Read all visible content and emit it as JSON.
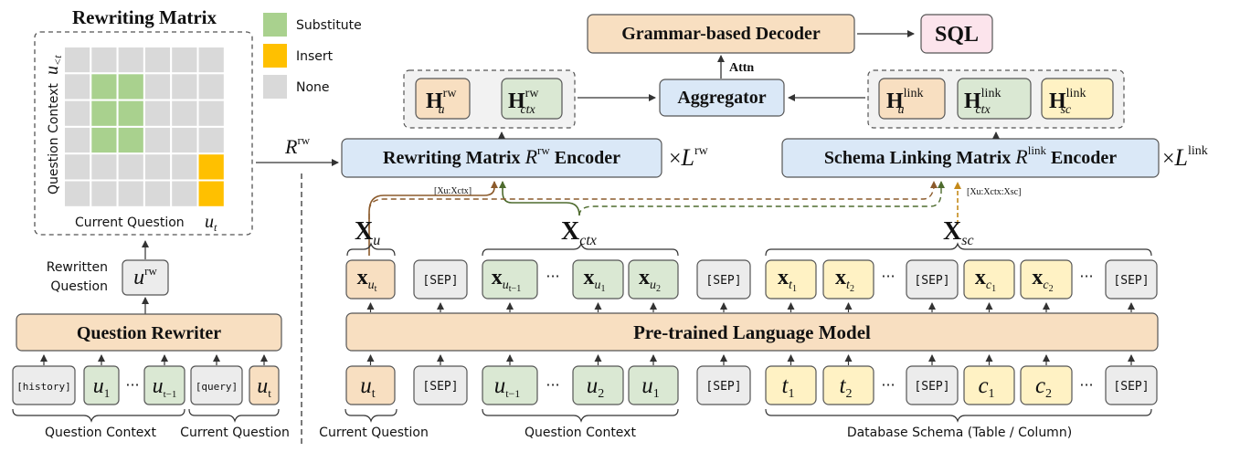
{
  "matrix": {
    "title": "Rewriting Matrix",
    "y_axis_label": "Question Context",
    "y_axis_symbol": "u",
    "y_axis_sub": "<t",
    "x_axis_label": "Current Question",
    "x_axis_symbol": "u",
    "x_axis_sub": "t",
    "cells": [
      [
        "N",
        "N",
        "N",
        "N",
        "N",
        "N"
      ],
      [
        "N",
        "S",
        "S",
        "N",
        "N",
        "N"
      ],
      [
        "N",
        "S",
        "S",
        "N",
        "N",
        "N"
      ],
      [
        "N",
        "S",
        "S",
        "N",
        "N",
        "N"
      ],
      [
        "N",
        "N",
        "N",
        "N",
        "N",
        "I"
      ],
      [
        "N",
        "N",
        "N",
        "N",
        "N",
        "I"
      ]
    ]
  },
  "legend": [
    {
      "label": "Substitute",
      "color": "#a9d18e"
    },
    {
      "label": "Insert",
      "color": "#ffc000"
    },
    {
      "label": "None",
      "color": "#d9d9d9"
    }
  ],
  "colors": {
    "orange": "#f8dfc1",
    "green": "#dae8d3",
    "yellow": "#fff2c4",
    "gray": "#ececec",
    "blue": "#dae8f7",
    "pink": "#fce4ec"
  },
  "left": {
    "rewritten_question_line1": "Rewritten",
    "rewritten_question_line2": "Question",
    "u_rw_base": "u",
    "u_rw_sup": "rw",
    "question_rewriter": "Question Rewriter",
    "inputs": {
      "history": "[history]",
      "u1": "u",
      "u1_sub": "1",
      "dots": "···",
      "ut1": "u",
      "ut1_sub": "t−1",
      "query": "[query]",
      "ut": "u",
      "ut_sub": "t"
    },
    "question_context_label": "Question Context",
    "current_question_label": "Current Question"
  },
  "top": {
    "decoder": "Grammar-based Decoder",
    "sql": "SQL",
    "attn": "Attn",
    "aggregator": "Aggregator",
    "r_rw_base": "R",
    "r_rw_sup": "rw",
    "h_u_rw": {
      "base": "H",
      "sub": "u",
      "sup": "rw"
    },
    "h_ctx_rw": {
      "base": "H",
      "sub": "ctx",
      "sup": "rw"
    },
    "h_u_link": {
      "base": "H",
      "sub": "u",
      "sup": "link"
    },
    "h_ctx_link": {
      "base": "H",
      "sub": "ctx",
      "sup": "link"
    },
    "h_sc_link": {
      "base": "H",
      "sub": "sc",
      "sup": "link"
    }
  },
  "encoders": {
    "rewriting_prefix": "Rewriting Matrix ",
    "rewriting_R": "R",
    "rewriting_sup": "rw",
    "rewriting_suffix": " Encoder",
    "rewriting_times": "×",
    "rewriting_L": "L",
    "rewriting_L_sup": "rw",
    "schema_prefix": "Schema Linking Matrix ",
    "schema_R": "R",
    "schema_sup": "link",
    "schema_suffix": " Encoder",
    "schema_times": "×",
    "schema_L": "L",
    "schema_L_sup": "link",
    "rw_input_label": "[X",
    "rw_input_label_full": "[Xu:Xctx]",
    "link_input_label_full": "[Xu:Xctx:Xsc]"
  },
  "groups": {
    "xu": {
      "base": "X",
      "sub": "u"
    },
    "xctx": {
      "base": "X",
      "sub": "ctx"
    },
    "xsc": {
      "base": "X",
      "sub": "sc"
    }
  },
  "plm": "Pre-trained Language Model",
  "embeddings": [
    {
      "kind": "x",
      "sub": "u",
      "subsub": "t",
      "color": "orange"
    },
    {
      "kind": "sep",
      "text": "[SEP]"
    },
    {
      "kind": "x",
      "sub": "u",
      "subsub": "t−1",
      "color": "green"
    },
    {
      "kind": "dots",
      "text": "···"
    },
    {
      "kind": "x",
      "sub": "u",
      "subsub": "1",
      "color": "green"
    },
    {
      "kind": "x",
      "sub": "u",
      "subsub": "2",
      "color": "green"
    },
    {
      "kind": "sep",
      "text": "[SEP]"
    },
    {
      "kind": "x",
      "sub": "t",
      "subsub": "1",
      "color": "yellow"
    },
    {
      "kind": "x",
      "sub": "t",
      "subsub": "2",
      "color": "yellow"
    },
    {
      "kind": "dots",
      "text": "···"
    },
    {
      "kind": "sep",
      "text": "[SEP]"
    },
    {
      "kind": "x",
      "sub": "c",
      "subsub": "1",
      "color": "yellow"
    },
    {
      "kind": "x",
      "sub": "c",
      "subsub": "2",
      "color": "yellow"
    },
    {
      "kind": "dots",
      "text": "···"
    },
    {
      "kind": "sep",
      "text": "[SEP]"
    }
  ],
  "inputs": [
    {
      "kind": "v",
      "base": "u",
      "sub": "t",
      "color": "orange"
    },
    {
      "kind": "sep",
      "text": "[SEP]"
    },
    {
      "kind": "v",
      "base": "u",
      "sub": "t−1",
      "color": "green"
    },
    {
      "kind": "dots",
      "text": "···"
    },
    {
      "kind": "v",
      "base": "u",
      "sub": "2",
      "color": "green"
    },
    {
      "kind": "v",
      "base": "u",
      "sub": "1",
      "color": "green"
    },
    {
      "kind": "sep",
      "text": "[SEP]"
    },
    {
      "kind": "v",
      "base": "t",
      "sub": "1",
      "color": "yellow"
    },
    {
      "kind": "v",
      "base": "t",
      "sub": "2",
      "color": "yellow"
    },
    {
      "kind": "dots",
      "text": "···"
    },
    {
      "kind": "sep",
      "text": "[SEP]"
    },
    {
      "kind": "v",
      "base": "c",
      "sub": "1",
      "color": "yellow"
    },
    {
      "kind": "v",
      "base": "c",
      "sub": "2",
      "color": "yellow"
    },
    {
      "kind": "dots",
      "text": "···"
    },
    {
      "kind": "sep",
      "text": "[SEP]"
    }
  ],
  "bottom_labels": {
    "current_question": "Current Question",
    "question_context": "Question Context",
    "database_schema": "Database Schema (Table / Column)"
  }
}
